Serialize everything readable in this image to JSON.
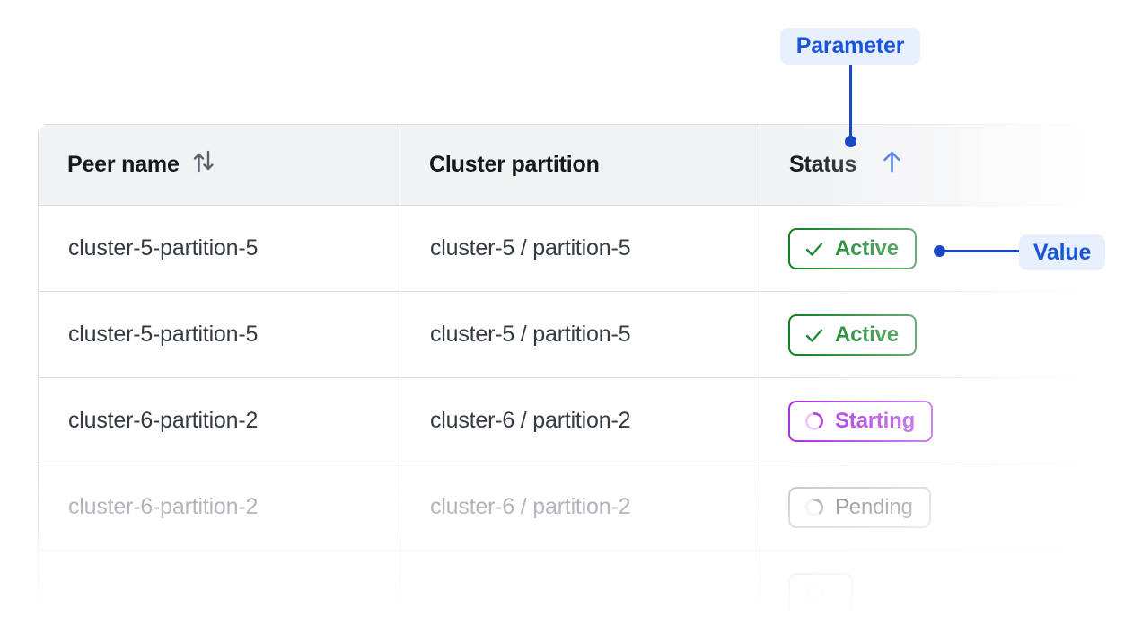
{
  "table": {
    "columns": [
      {
        "label": "Peer name",
        "sort_icon": "sort-updown-icon",
        "sort_state": "none"
      },
      {
        "label": "Cluster partition",
        "sort_icon": "none",
        "sort_state": "none"
      },
      {
        "label": "Status",
        "sort_icon": "arrow-up-icon",
        "sort_state": "ascending"
      }
    ],
    "rows": [
      {
        "peer_name": "cluster-5-partition-5",
        "cluster_partition": "cluster-5 / partition-5",
        "status": "Active",
        "status_kind": "active",
        "status_icon": "check-icon",
        "dim": false
      },
      {
        "peer_name": "cluster-5-partition-5",
        "cluster_partition": "cluster-5 / partition-5",
        "status": "Active",
        "status_kind": "active",
        "status_icon": "check-icon",
        "dim": false
      },
      {
        "peer_name": "cluster-6-partition-2",
        "cluster_partition": "cluster-6 / partition-2",
        "status": "Starting",
        "status_kind": "starting",
        "status_icon": "spinner-icon",
        "dim": false
      },
      {
        "peer_name": "cluster-6-partition-2",
        "cluster_partition": "cluster-6 / partition-2",
        "status": "Pending",
        "status_kind": "pending",
        "status_icon": "spinner-icon",
        "dim": true
      },
      {
        "peer_name": "",
        "cluster_partition": "",
        "status": "",
        "status_kind": "pending",
        "status_icon": "spinner-icon",
        "dim": true
      }
    ]
  },
  "annotations": {
    "parameter": {
      "label": "Parameter",
      "points_to": "status-column-header"
    },
    "value": {
      "label": "Value",
      "points_to": "status-badge-row-1"
    }
  },
  "colors": {
    "accent_blue": "#1a56db",
    "annotation_line": "#1a47c4",
    "badge_bg": "#e8effd",
    "active_green": "#0f8026",
    "starting_purple": "#a832e0",
    "pending_gray": "#6f757d",
    "header_bg": "#f1f2f4",
    "border": "#dcdfe4",
    "text": "#343a42",
    "text_dim": "#9aa0a8"
  }
}
